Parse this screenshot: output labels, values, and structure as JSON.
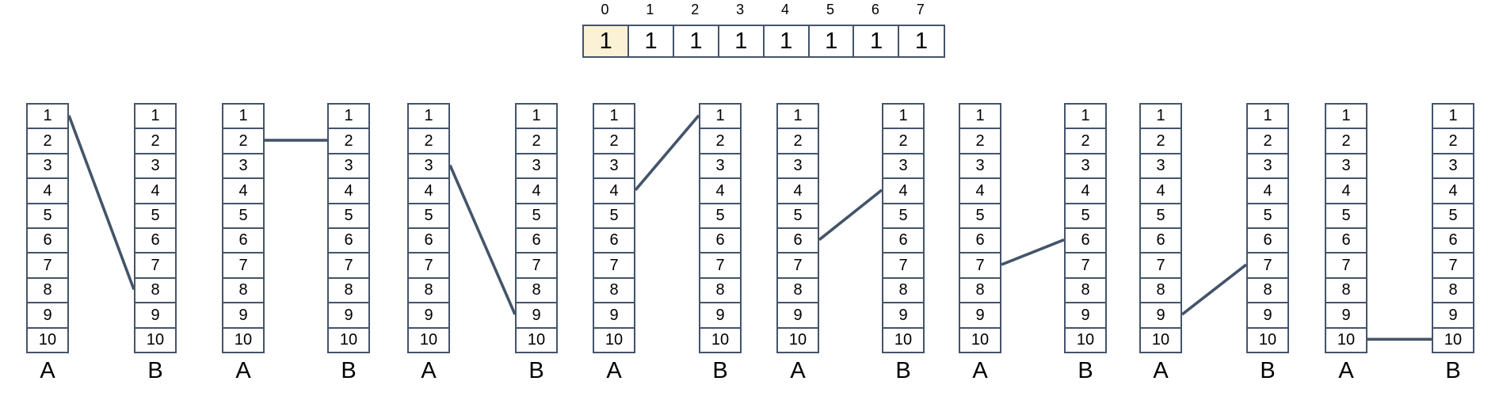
{
  "array": {
    "index_labels": [
      "0",
      "1",
      "2",
      "3",
      "4",
      "5",
      "6",
      "7"
    ],
    "cell_values": [
      "1",
      "1",
      "1",
      "1",
      "1",
      "1",
      "1",
      "1"
    ],
    "highlighted_index": 0
  },
  "column_cell_labels": [
    "1",
    "2",
    "3",
    "4",
    "5",
    "6",
    "7",
    "8",
    "9",
    "10"
  ],
  "pairs": [
    {
      "a_label": "A",
      "b_label": "B",
      "link": {
        "a_cell": 1,
        "b_cell": 8
      }
    },
    {
      "a_label": "A",
      "b_label": "B",
      "link": {
        "a_cell": 2,
        "b_cell": 2
      }
    },
    {
      "a_label": "A",
      "b_label": "B",
      "link": {
        "a_cell": 3,
        "b_cell": 9
      }
    },
    {
      "a_label": "A",
      "b_label": "B",
      "link": {
        "a_cell": 4,
        "b_cell": 1
      }
    },
    {
      "a_label": "A",
      "b_label": "B",
      "link": {
        "a_cell": 6,
        "b_cell": 4
      }
    },
    {
      "a_label": "A",
      "b_label": "B",
      "link": {
        "a_cell": 7,
        "b_cell": 6
      }
    },
    {
      "a_label": "A",
      "b_label": "B",
      "link": {
        "a_cell": 9,
        "b_cell": 7
      }
    },
    {
      "a_label": "A",
      "b_label": "B",
      "link": {
        "a_cell": 10,
        "b_cell": 10
      }
    }
  ],
  "colors": {
    "border": "#44546A",
    "line": "#44546A",
    "highlight_fill": "#FBF1D5",
    "cell_fill": "#FFFFFF",
    "text": "#000000"
  }
}
